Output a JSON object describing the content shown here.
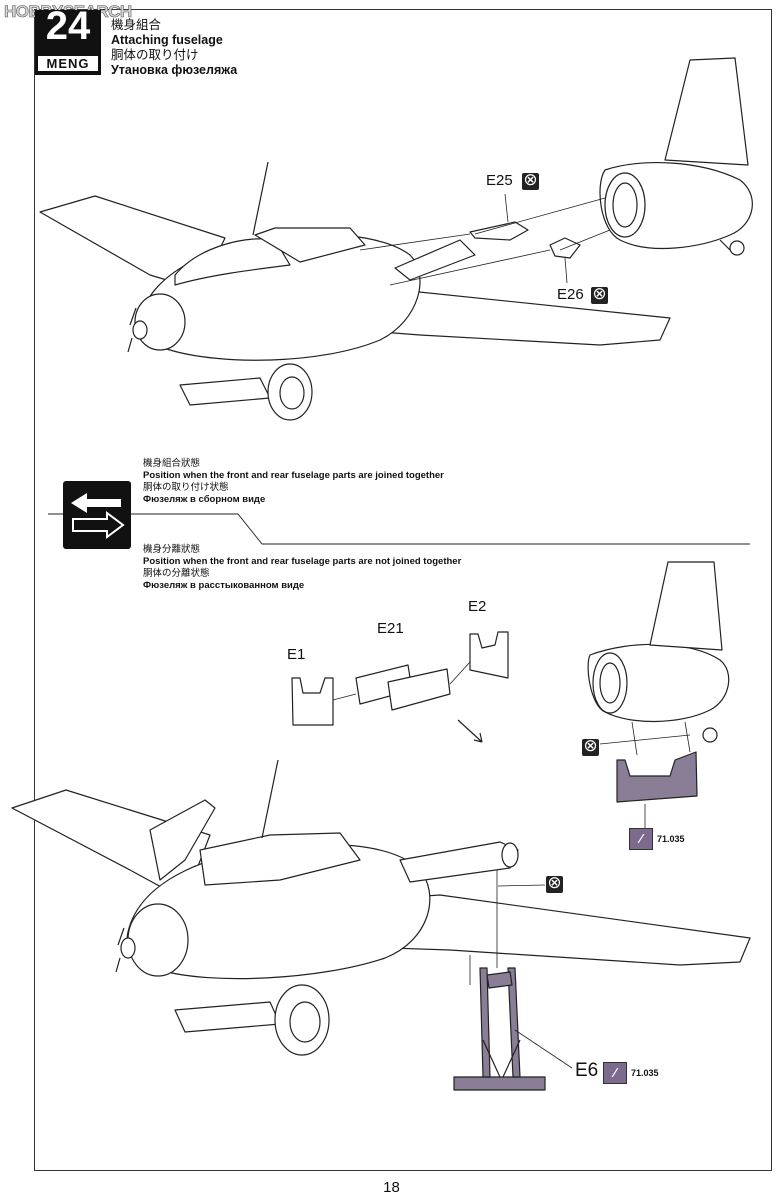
{
  "watermark": "HOBBYSEARCH",
  "step": {
    "number": "24",
    "brand": "MENG"
  },
  "title": {
    "ja": "機身組合",
    "en": "Attaching fuselage",
    "jp": "胴体の取り付け",
    "ru": "Утановка фюзеляжа"
  },
  "joined": {
    "ja": "機身組合狀態",
    "en": "Position when the front and rear fuselage parts are joined together",
    "jp": "胴体の取り付け状態",
    "ru": "Фюзеляж в сборном виде"
  },
  "separated": {
    "ja": "機身分離狀態",
    "en": "Position when the front and rear fuselage parts are not joined together",
    "jp": "胴体の分離状態",
    "ru": "Фюзеляж в расстыкованном виде"
  },
  "parts": {
    "e25": "E25",
    "e26": "E26",
    "e1": "E1",
    "e2": "E2",
    "e21": "E21",
    "e6": "E6"
  },
  "paint": {
    "code1": "71.035",
    "code2": "71.035",
    "brush_icon": "brush-icon"
  },
  "icons": {
    "cement": "no-cement-icon",
    "switch": "swap-arrows-icon"
  },
  "colors": {
    "stand": "#8a7d96",
    "badge": "#111111"
  },
  "page_number": "18"
}
